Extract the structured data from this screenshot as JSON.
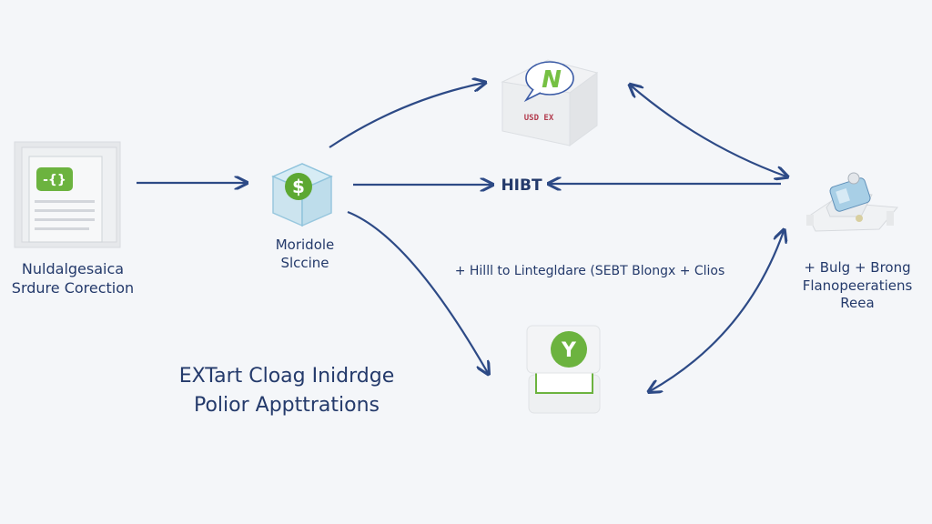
{
  "colors": {
    "background": "#f4f6f9",
    "arrow": "#2d4a86",
    "text": "#243a6b",
    "accent_green": "#6cb33f",
    "cube_blue": "#8fc3dc"
  },
  "nodes": {
    "document": {
      "icon": "document-stack-icon",
      "badge_glyph": "-{}",
      "label_line1": "Nuldalgesaica",
      "label_line2": "Srdure Corection"
    },
    "module": {
      "icon": "dollar-cube-icon",
      "badge_glyph": "$",
      "label_line1": "Moridole",
      "label_line2": "Slccine"
    },
    "server_box": {
      "icon": "box-speech-bubble-icon",
      "badge_glyph": "N",
      "stamp_text": "USD EX"
    },
    "hub": {
      "label": "HIBT"
    },
    "stack": {
      "icon": "layered-stack-icon",
      "badge_glyph": "Y"
    },
    "operations": {
      "icon": "machine-device-icon",
      "label_line1": "+ Bulg + Brong",
      "label_line2": "Flanopeeratiens",
      "label_line3": "Reea"
    }
  },
  "edges": {
    "middle_caption": "+ Hilll to Lintegldare (SEBT Blongx + Clios"
  },
  "footer": {
    "title_line1": "EXTart Cloag Inidrdge",
    "title_line2": "Polior Appttrations"
  }
}
